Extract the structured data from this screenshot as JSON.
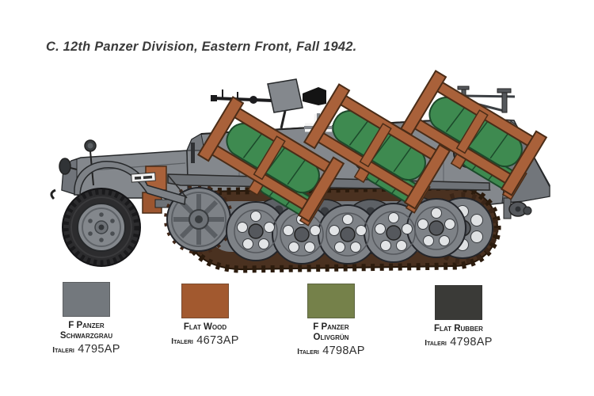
{
  "title": "C. 12th Panzer Division, Eastern Front, Fall 1942.",
  "illustration": {
    "markings": {
      "cross": "balkenkreuz-cross",
      "insignia": "division-insignia"
    },
    "colors": {
      "hull": "#84888d",
      "wood": "#a9613a",
      "green": "#3e8a50",
      "track": "#4a3120",
      "tire": "#2c2c2e",
      "wheel": "#7e8287",
      "cross": "#f4f4f4",
      "yellow": "#d6c531"
    }
  },
  "swatches": [
    {
      "color": "#73787d",
      "name_line1": "F Panzer",
      "name_line2": "Schwarzgrau",
      "brand": "Italeri",
      "code": "4795AP"
    },
    {
      "color": "#a2592f",
      "name_line1": "Flat Wood",
      "name_line2": "",
      "brand": "Italeri",
      "code": "4673AP"
    },
    {
      "color": "#75814a",
      "name_line1": "F Panzer",
      "name_line2": "Olivgrün",
      "brand": "Italeri",
      "code": "4798AP"
    },
    {
      "color": "#3a3a37",
      "name_line1": "Flat Rubber",
      "name_line2": "",
      "brand": "Italeri",
      "code": "4798AP"
    }
  ]
}
